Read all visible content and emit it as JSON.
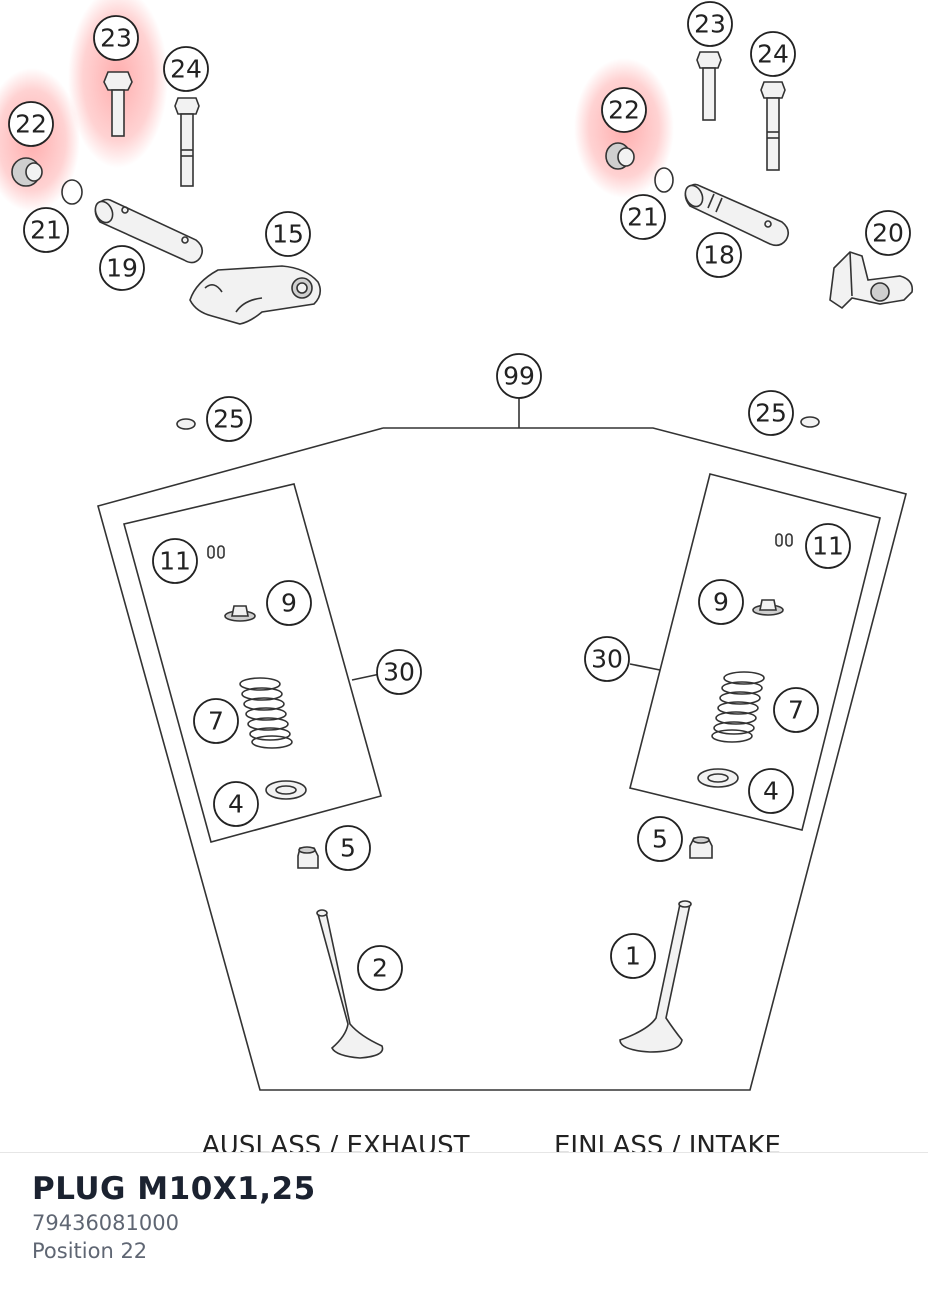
{
  "diagram": {
    "highlight_color": "#ff6b6b",
    "callouts": [
      "23",
      "24",
      "22",
      "21",
      "19",
      "15",
      "23",
      "24",
      "22",
      "21",
      "18",
      "20",
      "99",
      "25",
      "25",
      "11",
      "9",
      "30",
      "7",
      "4",
      "5",
      "2",
      "11",
      "9",
      "30",
      "7",
      "4",
      "5",
      "1"
    ],
    "labels": {
      "exhaust": "AUSLASS / EXHAUST",
      "intake": "EINLASS / INTAKE"
    }
  },
  "part": {
    "name": "PLUG M10X1,25",
    "number": "79436081000",
    "position": "Position 22"
  }
}
